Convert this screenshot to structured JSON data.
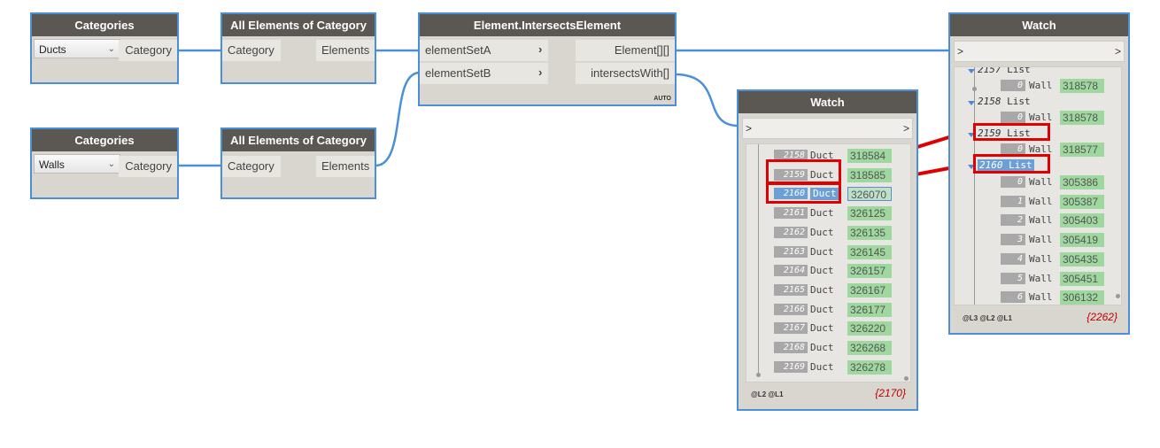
{
  "colors": {
    "wire": "#4a90d9",
    "header": "#5b5753",
    "node_bg": "#d9d6cf",
    "value_bg": "#9fd89f",
    "highlight": "#e00000"
  },
  "nodes": {
    "categories1": {
      "title": "Categories",
      "selected": "Ducts",
      "out": "Category"
    },
    "categories2": {
      "title": "Categories",
      "selected": "Walls",
      "out": "Category"
    },
    "all1": {
      "title": "All Elements of Category",
      "in": "Category",
      "out": "Elements"
    },
    "all2": {
      "title": "All Elements of Category",
      "in": "Category",
      "out": "Elements"
    },
    "intersects": {
      "title": "Element.IntersectsElement",
      "in1": "elementSetA",
      "in2": "elementSetB",
      "out1": "Element[][]",
      "out2": "intersectsWith[]",
      "lacing": "AUTO"
    },
    "watch1": {
      "title": "Watch",
      "in_arrow": ">",
      "out_arrow": ">",
      "rows": [
        {
          "index": "2158",
          "type": "Duct",
          "value": "318584"
        },
        {
          "index": "2159",
          "type": "Duct",
          "value": "318585"
        },
        {
          "index": "2160",
          "type": "Duct",
          "value": "326070"
        },
        {
          "index": "2161",
          "type": "Duct",
          "value": "326125"
        },
        {
          "index": "2162",
          "type": "Duct",
          "value": "326135"
        },
        {
          "index": "2163",
          "type": "Duct",
          "value": "326145"
        },
        {
          "index": "2164",
          "type": "Duct",
          "value": "326157"
        },
        {
          "index": "2165",
          "type": "Duct",
          "value": "326167"
        },
        {
          "index": "2166",
          "type": "Duct",
          "value": "326177"
        },
        {
          "index": "2167",
          "type": "Duct",
          "value": "326220"
        },
        {
          "index": "2168",
          "type": "Duct",
          "value": "326268"
        },
        {
          "index": "2169",
          "type": "Duct",
          "value": "326278"
        }
      ],
      "levels": [
        "@L2",
        "@L1"
      ],
      "count": "{2170}"
    },
    "watch2": {
      "title": "Watch",
      "in_arrow": ">",
      "out_arrow": ">",
      "lists": [
        "2157",
        "2158",
        "2159",
        "2160"
      ],
      "list_word": "List",
      "sub_rows_top": [
        {
          "index": "0",
          "type": "Wall",
          "value": "318578"
        },
        {
          "index": "0",
          "type": "Wall",
          "value": "318578"
        },
        {
          "index": "0",
          "type": "Wall",
          "value": "318577"
        }
      ],
      "rows": [
        {
          "index": "0",
          "type": "Wall",
          "value": "305386"
        },
        {
          "index": "1",
          "type": "Wall",
          "value": "305387"
        },
        {
          "index": "2",
          "type": "Wall",
          "value": "305403"
        },
        {
          "index": "3",
          "type": "Wall",
          "value": "305419"
        },
        {
          "index": "4",
          "type": "Wall",
          "value": "305435"
        },
        {
          "index": "5",
          "type": "Wall",
          "value": "305451"
        },
        {
          "index": "6",
          "type": "Wall",
          "value": "306132"
        }
      ],
      "levels": [
        "@L3",
        "@L2",
        "@L1"
      ],
      "count": "{2262}"
    }
  }
}
